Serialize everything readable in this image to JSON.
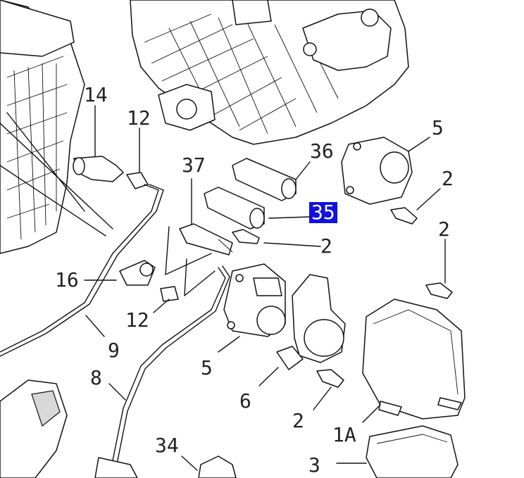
{
  "callouts": [
    {
      "id": "14",
      "text": "14"
    },
    {
      "id": "12a",
      "text": "12"
    },
    {
      "id": "37",
      "text": "37"
    },
    {
      "id": "36",
      "text": "36"
    },
    {
      "id": "5a",
      "text": "5"
    },
    {
      "id": "2a",
      "text": "2"
    },
    {
      "id": "35",
      "text": "35",
      "highlighted": true
    },
    {
      "id": "2b",
      "text": "2"
    },
    {
      "id": "2c",
      "text": "2"
    },
    {
      "id": "16",
      "text": "16"
    },
    {
      "id": "12b",
      "text": "12"
    },
    {
      "id": "9",
      "text": "9"
    },
    {
      "id": "5b",
      "text": "5"
    },
    {
      "id": "8",
      "text": "8"
    },
    {
      "id": "6",
      "text": "6"
    },
    {
      "id": "2d",
      "text": "2"
    },
    {
      "id": "1A",
      "text": "1A"
    },
    {
      "id": "34",
      "text": "34"
    },
    {
      "id": "3",
      "text": "3"
    }
  ],
  "highlight_color": "#1010e0"
}
